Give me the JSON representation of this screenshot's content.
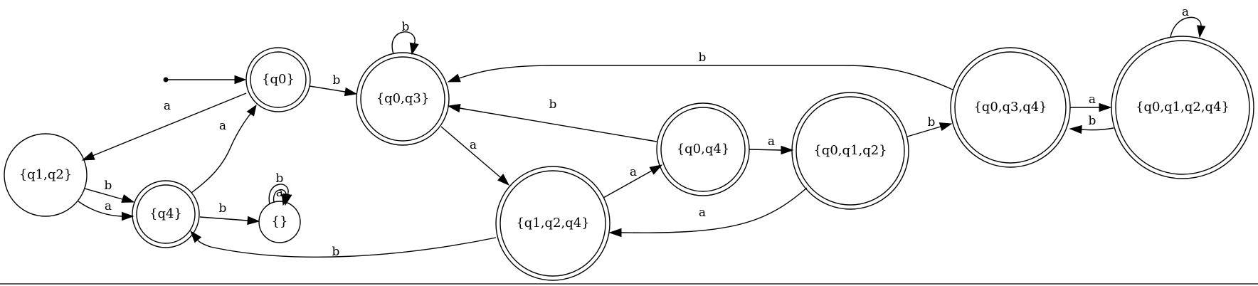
{
  "states": [
    {
      "id": "q0",
      "label": "{q0}",
      "accepting": true
    },
    {
      "id": "q03",
      "label": "{q0,q3}",
      "accepting": true
    },
    {
      "id": "q12",
      "label": "{q1,q2}",
      "accepting": false
    },
    {
      "id": "q4",
      "label": "{q4}",
      "accepting": true
    },
    {
      "id": "empty",
      "label": "{}",
      "accepting": false
    },
    {
      "id": "q124",
      "label": "{q1,q2,q4}",
      "accepting": true
    },
    {
      "id": "q04",
      "label": "{q0,q4}",
      "accepting": true
    },
    {
      "id": "q012",
      "label": "{q0,q1,q2}",
      "accepting": true
    },
    {
      "id": "q034",
      "label": "{q0,q3,q4}",
      "accepting": true
    },
    {
      "id": "q0124",
      "label": "{q0,q1,q2,q4}",
      "accepting": true
    }
  ],
  "start_state": "q0",
  "transitions": [
    {
      "id": "q0-q03-b",
      "from": "q0",
      "to": "q03",
      "label": "b"
    },
    {
      "id": "q0-q12-a",
      "from": "q0",
      "to": "q12",
      "label": "a"
    },
    {
      "id": "q03-q03-b",
      "from": "q03",
      "to": "q03",
      "label": "b"
    },
    {
      "id": "q03-q124-a",
      "from": "q03",
      "to": "q124",
      "label": "a"
    },
    {
      "id": "q12-q4-b",
      "from": "q12",
      "to": "q4",
      "label": "b"
    },
    {
      "id": "q12-q4-a",
      "from": "q12",
      "to": "q4",
      "label": "a"
    },
    {
      "id": "q4-q0-a",
      "from": "q4",
      "to": "q0",
      "label": "a"
    },
    {
      "id": "q4-empty-b",
      "from": "q4",
      "to": "empty",
      "label": "b"
    },
    {
      "id": "empty-empty-b",
      "from": "empty",
      "to": "empty",
      "label": "b"
    },
    {
      "id": "empty-empty-a",
      "from": "empty",
      "to": "empty",
      "label": "a"
    },
    {
      "id": "q124-q4-b",
      "from": "q124",
      "to": "q4",
      "label": "b"
    },
    {
      "id": "q124-q04-a",
      "from": "q124",
      "to": "q04",
      "label": "a"
    },
    {
      "id": "q04-q03-b",
      "from": "q04",
      "to": "q03",
      "label": "b"
    },
    {
      "id": "q04-q012-a",
      "from": "q04",
      "to": "q012",
      "label": "a"
    },
    {
      "id": "q012-q124-a",
      "from": "q012",
      "to": "q124",
      "label": "a"
    },
    {
      "id": "q012-q034-b",
      "from": "q012",
      "to": "q034",
      "label": "b"
    },
    {
      "id": "q034-q03-b",
      "from": "q034",
      "to": "q03",
      "label": "b"
    },
    {
      "id": "q034-q0124-a",
      "from": "q034",
      "to": "q0124",
      "label": "a"
    },
    {
      "id": "q0124-q034-b",
      "from": "q0124",
      "to": "q034",
      "label": "b"
    },
    {
      "id": "q0124-q0124-a",
      "from": "q0124",
      "to": "q0124",
      "label": "a"
    }
  ]
}
